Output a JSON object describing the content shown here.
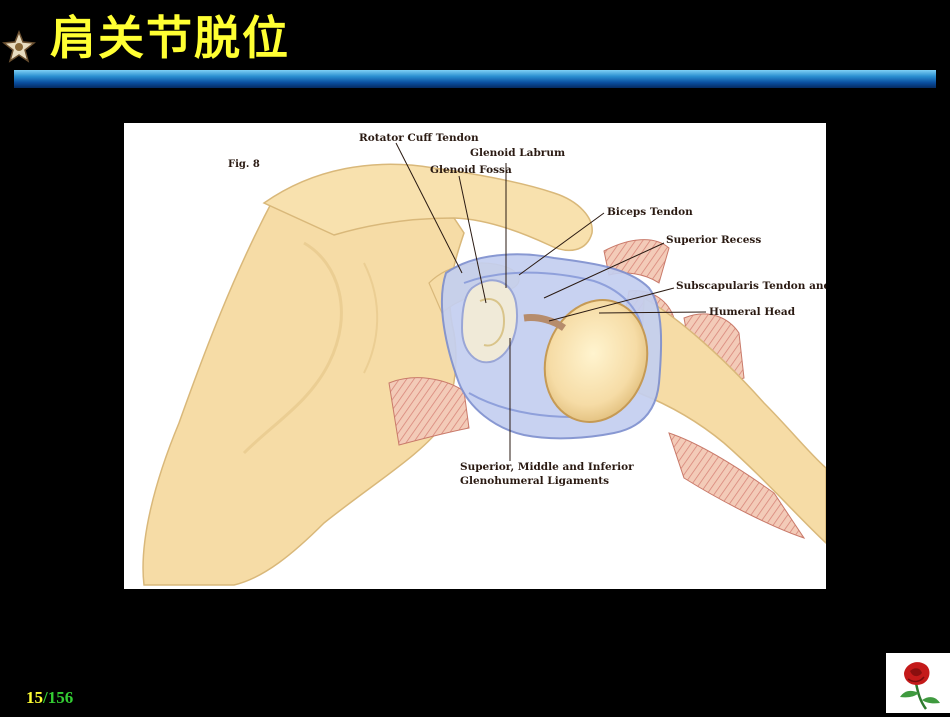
{
  "slide": {
    "title": "肩关节脱位",
    "page": {
      "current": "15",
      "separator": "/",
      "total": "156"
    }
  },
  "figure": {
    "fig_label": "Fig. 8",
    "labels": {
      "rotator_cuff_tendon": "Rotator Cuff Tendon",
      "glenoid_labrum": "Glenoid Labrum",
      "glenoid_fossa": "Glenoid Fossa",
      "biceps_tendon": "Biceps Tendon",
      "superior_recess": "Superior Recess",
      "subscapularis": "Subscapularis Tendon and Re",
      "humeral_head": "Humeral Head",
      "ligaments_line1": "Superior, Middle and Inferior",
      "ligaments_line2": "Glenohumeral Ligaments"
    }
  },
  "colors": {
    "title": "#ffff33",
    "page_current": "#ffff33",
    "page_total": "#33cc33",
    "bone": "#f6dca6",
    "capsule": "#b9c6ec",
    "muscle": "#e8a090"
  }
}
